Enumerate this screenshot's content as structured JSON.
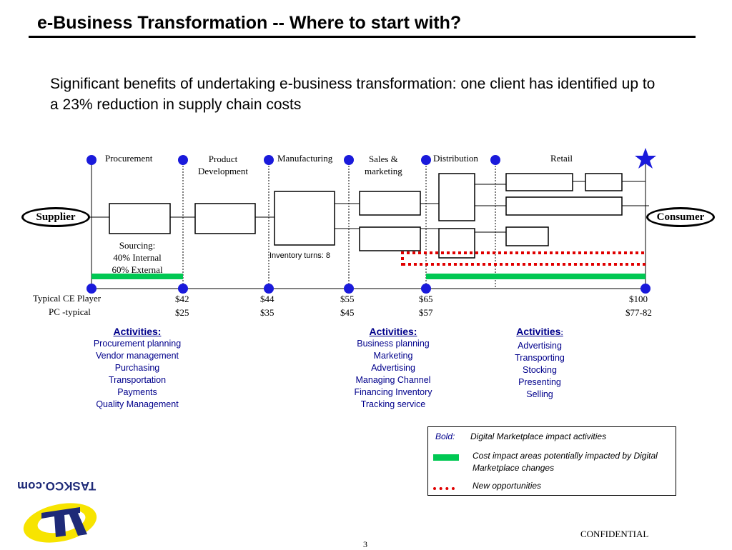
{
  "title": "e-Business Transformation -- Where to start with?",
  "subtitle": "Significant benefits of undertaking e-business transformation: one client has identified up to a 23% reduction in supply chain costs",
  "stages": [
    "Procurement",
    "Product\nDevelopment",
    "Manufacturing",
    "Sales &\nmarketing",
    "Distribution",
    "Retail"
  ],
  "supplier_label": "Supplier",
  "consumer_label": "Consumer",
  "sourcing_note": "Sourcing:\n40% Internal\n60% External",
  "inventory_note": "Inventory turns: 8",
  "row_labels": {
    "ce": "Typical CE Player",
    "pc": "PC -typical"
  },
  "prices_ce": [
    "$42",
    "$44",
    "$55",
    "$65",
    "$100"
  ],
  "prices_pc": [
    "$25",
    "$35",
    "$45",
    "$57",
    "$77-82"
  ],
  "activities": [
    {
      "heading": "Activities:",
      "items": [
        "Procurement planning",
        "Vendor management",
        "Purchasing",
        "Transportation",
        "Payments",
        "Quality Management"
      ]
    },
    {
      "heading": "Activities:",
      "items": [
        "Business planning",
        "Marketing",
        "Advertising",
        "Managing Channel",
        "Financing Inventory",
        "Tracking service"
      ]
    },
    {
      "heading": "Activities",
      "heading_suffix": ":",
      "items": [
        "Advertising",
        "Transporting",
        "Stocking",
        "Presenting",
        "Selling"
      ]
    }
  ],
  "legend": {
    "bold_label": "Bold:",
    "bold_text": "Digital Marketplace impact activities",
    "green_text": "Cost impact areas potentially impacted by Digital Marketplace changes",
    "red_text": "New opportunities"
  },
  "logo_text": "TASKCO.com",
  "confidential": "CONFIDENTIAL",
  "page_number": "3",
  "colors": {
    "node": "#1a1adb",
    "cost_bar": "#00c853",
    "opportunity": "#e00000",
    "activity_text": "#00008b"
  }
}
